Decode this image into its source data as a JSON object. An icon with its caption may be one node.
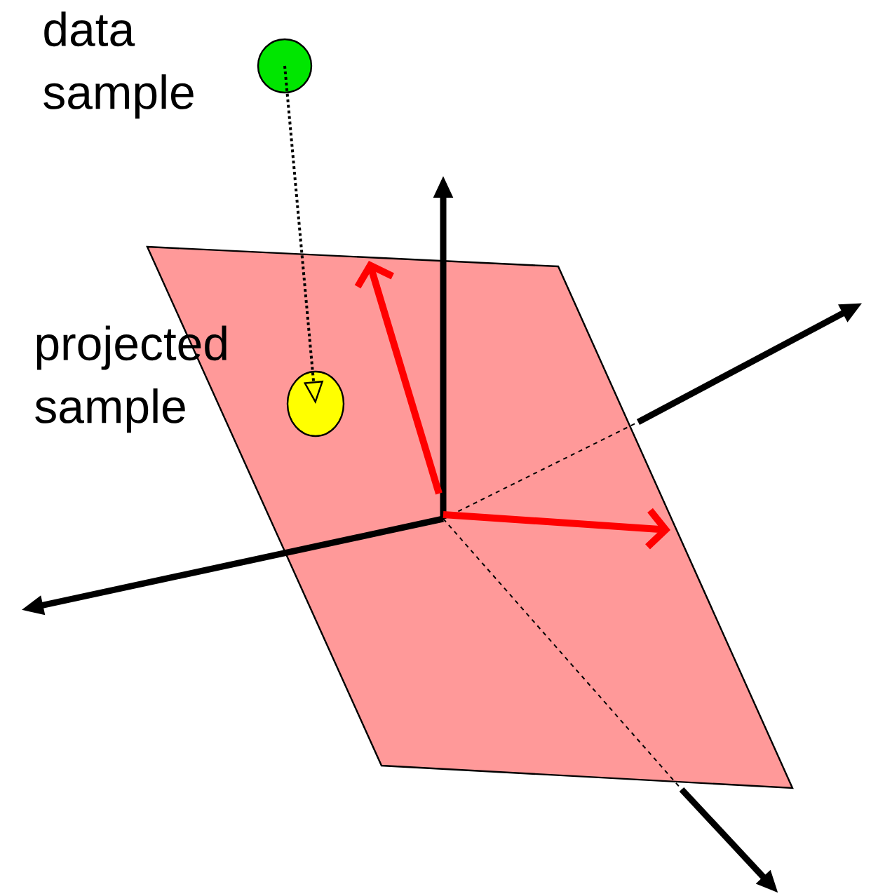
{
  "diagram": {
    "nodes": [
      {
        "text": [],
        "shape": "circle",
        "beside": [
          "data sample"
        ]
      },
      {
        "text": [],
        "shape": "circle",
        "beside": [
          "projected sample"
        ]
      }
    ],
    "edges": [
      {
        "from": 0,
        "to": 1,
        "arrow": "to",
        "style": "dashed"
      }
    ]
  }
}
